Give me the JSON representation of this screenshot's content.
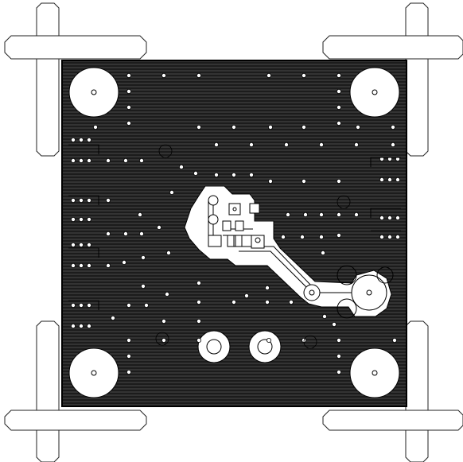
{
  "colors": {
    "background": "#ffffff",
    "copper_fill": "#1c1c1c",
    "hatch_line": "#4a4a4a",
    "outline": "#000000",
    "clearance": "#ffffff"
  },
  "board": {
    "texture": "horizontal-hatch",
    "layer": "copper-pour",
    "mounting_holes": 4,
    "crop_marks": 4
  },
  "icons": [
    "crop-mark-icon",
    "mounting-hole-icon",
    "via-icon",
    "pad-icon"
  ]
}
